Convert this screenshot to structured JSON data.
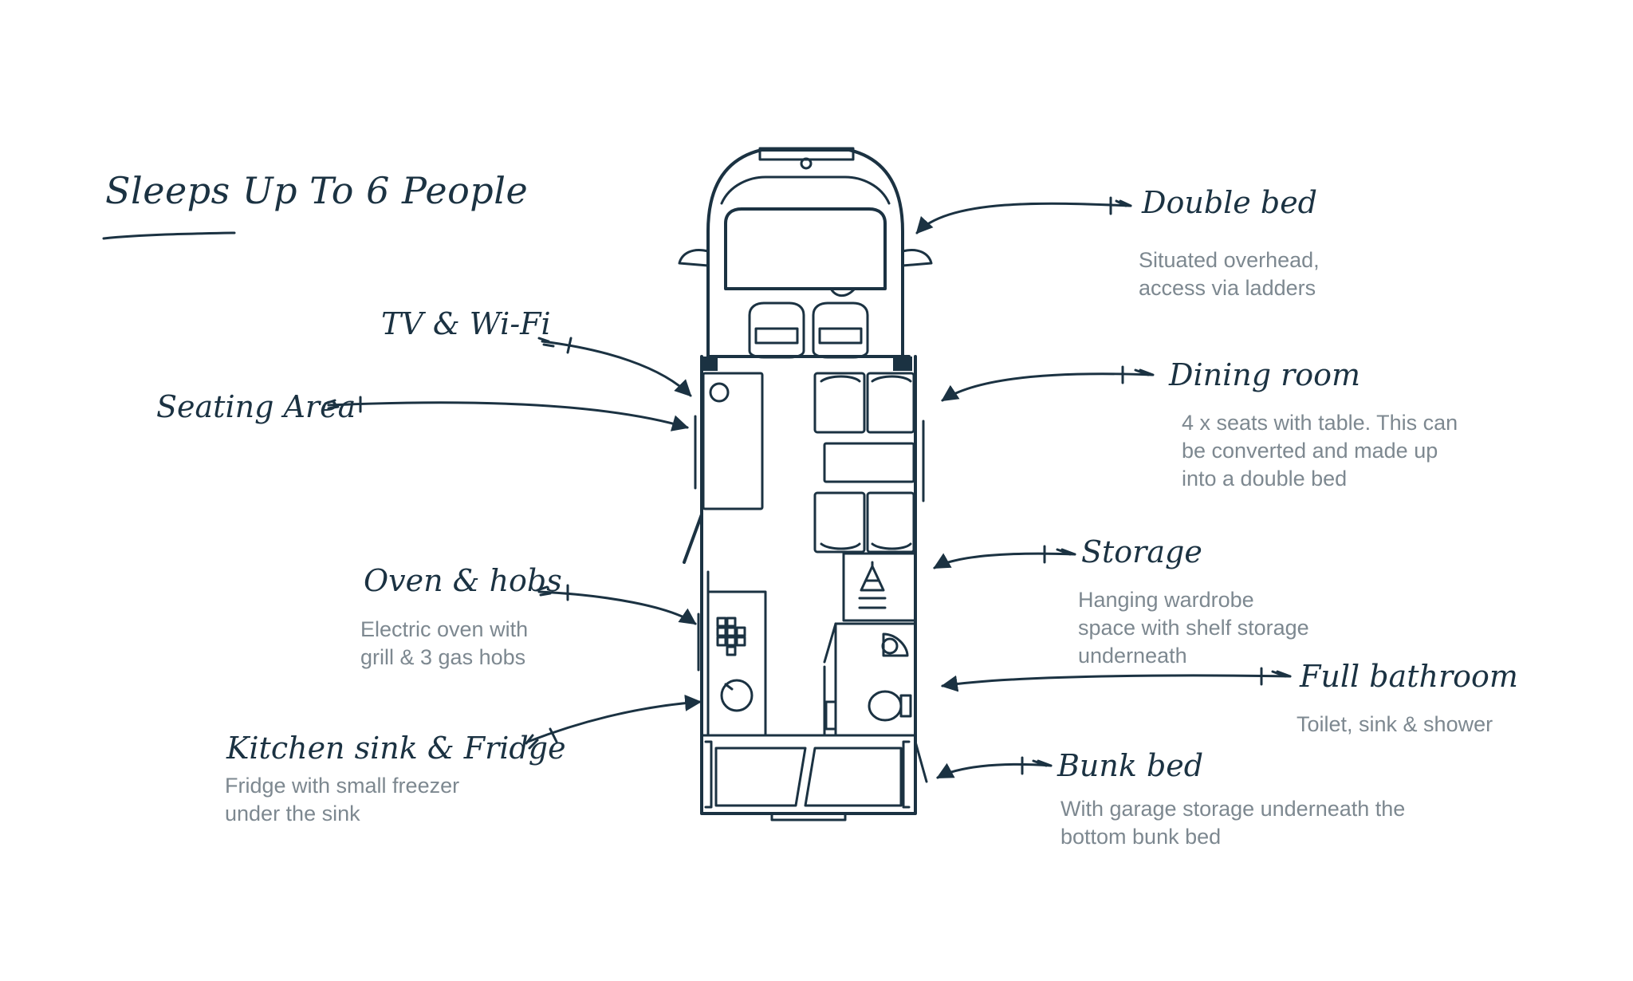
{
  "title": "Sleeps Up To 6 People",
  "colors": {
    "ink": "#1b3242",
    "muted": "#7d8890",
    "background": "#ffffff"
  },
  "features": {
    "double_bed": {
      "label": "Double bed",
      "desc": [
        "Situated overhead,",
        "access via ladders"
      ]
    },
    "dining_room": {
      "label": "Dining room",
      "desc": [
        "4 x seats with table. This can",
        "be converted and made up",
        "into a double bed"
      ]
    },
    "storage": {
      "label": "Storage",
      "desc": [
        "Hanging wardrobe",
        "space with shelf storage",
        "underneath"
      ]
    },
    "full_bathroom": {
      "label": "Full bathroom",
      "desc": [
        "Toilet, sink & shower"
      ]
    },
    "bunk_bed": {
      "label": "Bunk bed",
      "desc": [
        "With garage storage underneath the",
        "bottom bunk bed"
      ]
    },
    "tv_wifi": {
      "label": "TV & Wi-Fi"
    },
    "seating_area": {
      "label": "Seating Area"
    },
    "oven_hobs": {
      "label": "Oven & hobs",
      "desc": [
        "Electric oven with",
        "grill & 3 gas hobs"
      ]
    },
    "kitchen_sink_fridge": {
      "label": "Kitchen sink & Fridge",
      "desc": [
        "Fridge with small freezer",
        "under the sink"
      ]
    }
  }
}
